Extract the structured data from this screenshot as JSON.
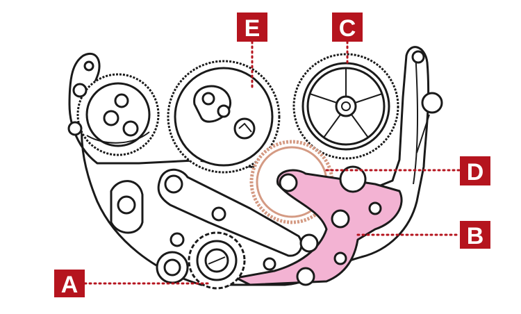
{
  "labels": {
    "a": "A",
    "b": "B",
    "c": "C",
    "d": "D",
    "e": "E"
  },
  "colors": {
    "label_bg": "#b5141e",
    "highlight_pink": "#f3b3d3",
    "highlight_yellow": "#fbf6c8",
    "gear_copper": "#d49a83",
    "ink": "#1a1a1a"
  }
}
